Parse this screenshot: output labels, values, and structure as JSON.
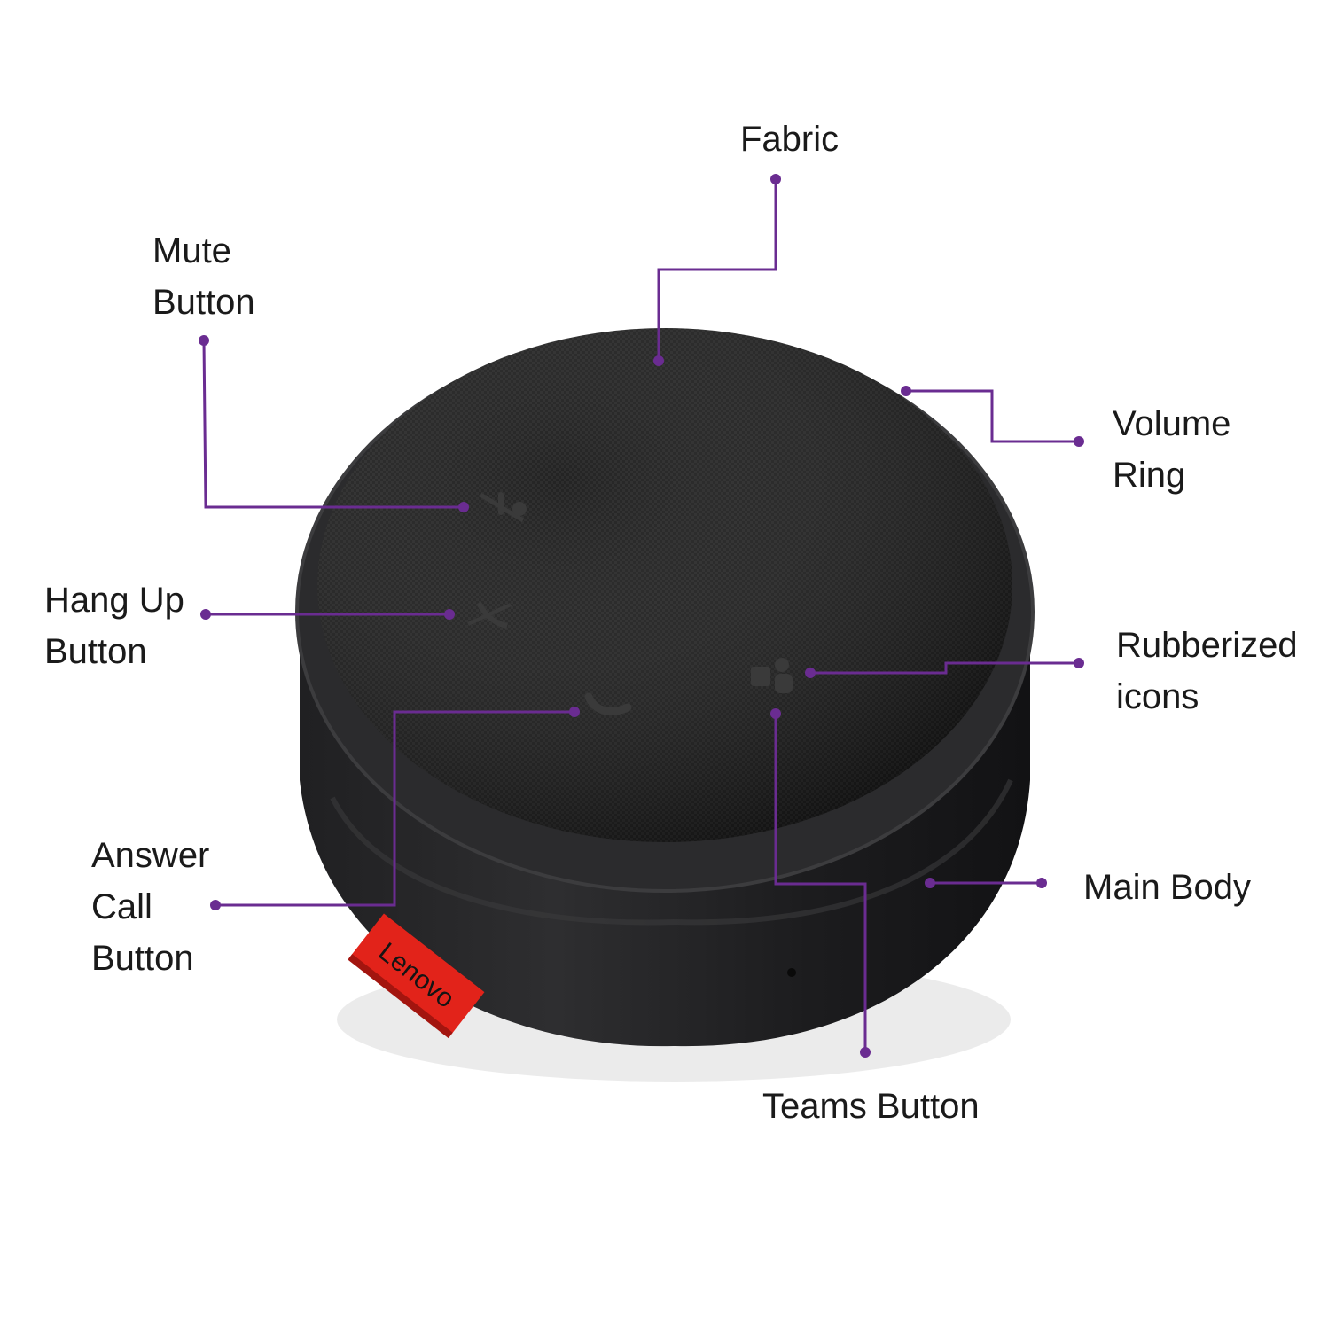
{
  "colors": {
    "leader": "#6a2c91",
    "background": "#ffffff",
    "body_dark": "#1c1c1e",
    "ring": "#2a2a2c",
    "fabric": "#141414",
    "brand_tag": "#e2231a"
  },
  "device": {
    "brand_tag": "Lenovo",
    "icons": [
      "mute-icon",
      "hang-up-icon",
      "answer-call-icon",
      "teams-icon"
    ]
  },
  "labels": {
    "fabric": "Fabric",
    "mute_button": [
      "Mute",
      "Button"
    ],
    "volume_ring": [
      "Volume",
      "Ring"
    ],
    "hang_up_button": [
      "Hang Up",
      "Button"
    ],
    "rubberized_icons": [
      "Rubberized",
      "icons"
    ],
    "answer_call_button": [
      "Answer",
      "Call",
      "Button"
    ],
    "main_body": "Main Body",
    "teams_button": "Teams Button"
  }
}
